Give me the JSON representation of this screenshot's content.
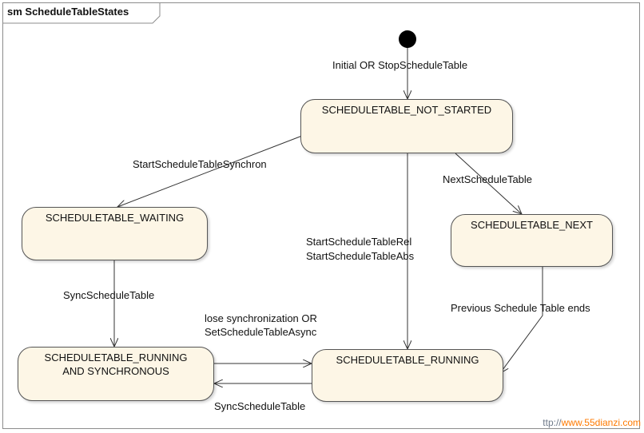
{
  "diagram": {
    "title": "sm ScheduleTableStates",
    "states": {
      "not_started": "SCHEDULETABLE_NOT_STARTED",
      "waiting": "SCHEDULETABLE_WAITING",
      "next": "SCHEDULETABLE_NEXT",
      "running_sync_line1": "SCHEDULETABLE_RUNNING",
      "running_sync_line2": "AND SYNCHRONOUS",
      "running": "SCHEDULETABLE_RUNNING"
    },
    "transitions": {
      "initial": "Initial OR StopScheduleTable",
      "start_synchron": "StartScheduleTableSynchron",
      "next_table": "NextScheduleTable",
      "start_rel": "StartScheduleTableRel",
      "start_abs": "StartScheduleTableAbs",
      "sync_to_running_sync": "SyncScheduleTable",
      "prev_ends": "Previous Schedule Table ends",
      "lose_sync_line1": "lose synchronization OR",
      "lose_sync_line2": "SetScheduleTableAsync",
      "sync_back": "SyncScheduleTable"
    },
    "watermark": {
      "prefix": "ttp://",
      "site": "www.55dianzi.com"
    }
  }
}
